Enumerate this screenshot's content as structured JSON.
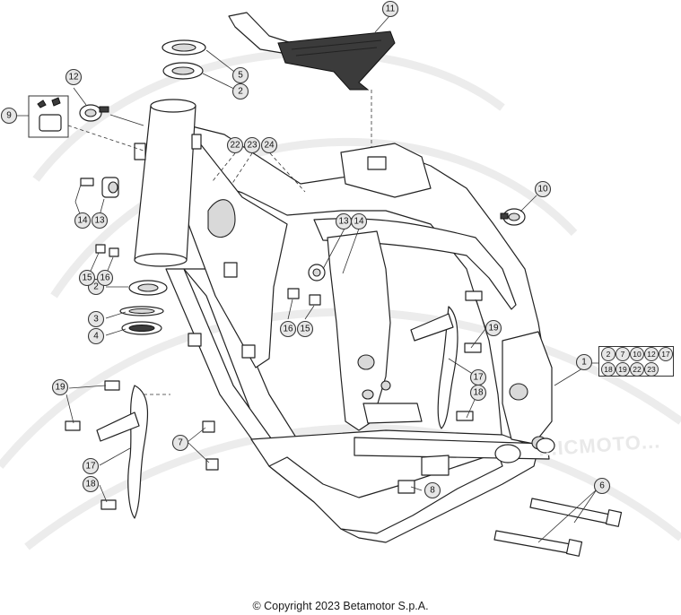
{
  "copyright": "© Copyright 2023 Betamotor S.p.A.",
  "watermark_text": "...ICMOTO...",
  "callouts": [
    {
      "id": "c1",
      "label": "1"
    },
    {
      "id": "c2a",
      "label": "2"
    },
    {
      "id": "c2b",
      "label": "2"
    },
    {
      "id": "c3",
      "label": "3"
    },
    {
      "id": "c4",
      "label": "4"
    },
    {
      "id": "c5",
      "label": "5"
    },
    {
      "id": "c6",
      "label": "6"
    },
    {
      "id": "c7",
      "label": "7"
    },
    {
      "id": "c8",
      "label": "8"
    },
    {
      "id": "c9",
      "label": "9"
    },
    {
      "id": "c10",
      "label": "10"
    },
    {
      "id": "c11",
      "label": "11"
    },
    {
      "id": "c12",
      "label": "12"
    },
    {
      "id": "c13a",
      "label": "13"
    },
    {
      "id": "c13b",
      "label": "13"
    },
    {
      "id": "c14a",
      "label": "14"
    },
    {
      "id": "c14b",
      "label": "14"
    },
    {
      "id": "c15a",
      "label": "15"
    },
    {
      "id": "c15b",
      "label": "15"
    },
    {
      "id": "c16a",
      "label": "16"
    },
    {
      "id": "c16b",
      "label": "16"
    },
    {
      "id": "c17a",
      "label": "17"
    },
    {
      "id": "c17b",
      "label": "17"
    },
    {
      "id": "c18a",
      "label": "18"
    },
    {
      "id": "c18b",
      "label": "18"
    },
    {
      "id": "c19a",
      "label": "19"
    },
    {
      "id": "c19b",
      "label": "19"
    },
    {
      "id": "c22",
      "label": "22"
    },
    {
      "id": "c23",
      "label": "23"
    },
    {
      "id": "c24",
      "label": "24"
    }
  ],
  "kit_box": {
    "items": [
      "2",
      "7",
      "10",
      "12",
      "17",
      "18",
      "19",
      "22",
      "23"
    ]
  }
}
